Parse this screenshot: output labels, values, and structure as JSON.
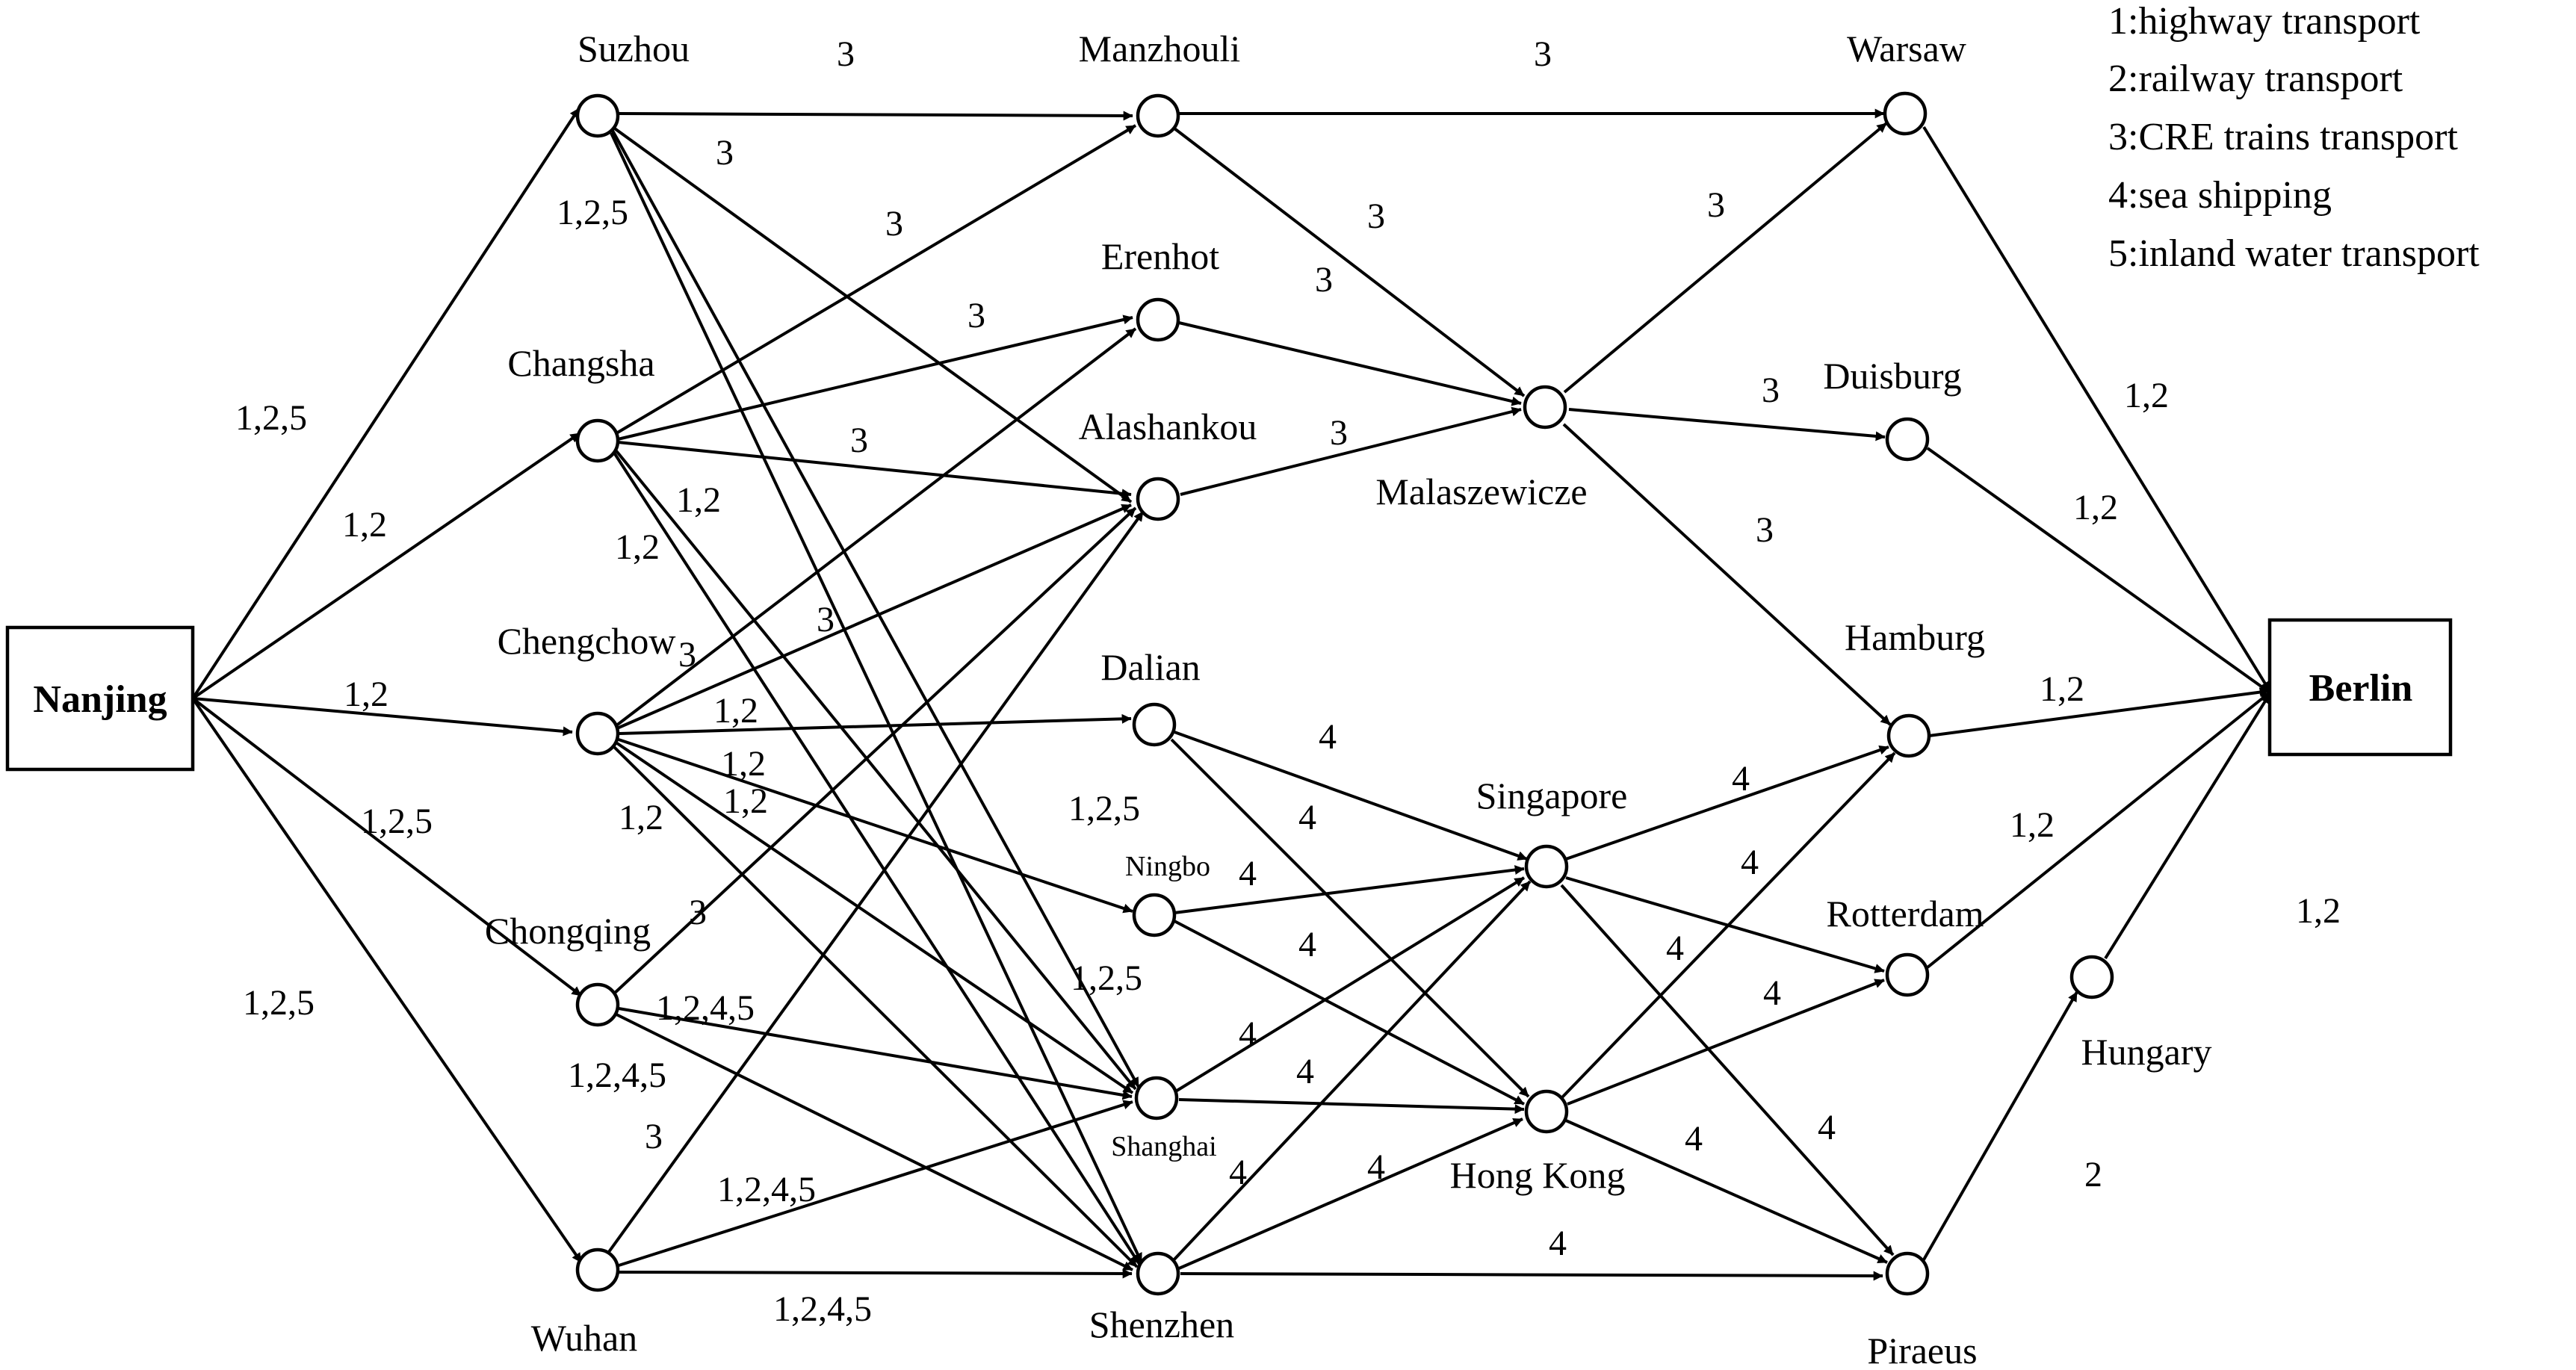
{
  "nodes": {
    "nanjing": "Nanjing",
    "suzhou": "Suzhou",
    "changsha": "Changsha",
    "chengchow": "Chengchow",
    "chongqing": "Chongqing",
    "wuhan": "Wuhan",
    "manzhouli": "Manzhouli",
    "erenhot": "Erenhot",
    "alashankou": "Alashankou",
    "dalian": "Dalian",
    "ningbo": "Ningbo",
    "shanghai": "Shanghai",
    "shenzhen": "Shenzhen",
    "malaszewicze": "Malaszewicze",
    "singapore": "Singapore",
    "hongkong": "Hong Kong",
    "warsaw": "Warsaw",
    "duisburg": "Duisburg",
    "hamburg": "Hamburg",
    "rotterdam": "Rotterdam",
    "piraeus": "Piraeus",
    "hungary": "Hungary",
    "berlin": "Berlin"
  },
  "legend": [
    "1:highway transport",
    "2:railway transport",
    "3:CRE trains transport",
    "4:sea shipping",
    "5:inland water transport"
  ],
  "edge_labels": {
    "l01": "1,2,5",
    "l02": "1,2",
    "l03": "1,2",
    "l04": "1,2,5",
    "l05": "1,2,5",
    "l06": "3",
    "l07": "3",
    "l08": "1,2,5",
    "l09": "3",
    "l10": "3",
    "l11": "3",
    "l12": "1,2",
    "l13": "1,2",
    "l14": "3",
    "l15": "3",
    "l16": "1,2",
    "l17": "1,2",
    "l18": "1,2",
    "l19": "1,2",
    "l20": "3",
    "l21": "1,2,4,5",
    "l22": "1,2,4,5",
    "l23": "3",
    "l24": "1,2,4,5",
    "l25": "1,2,4,5",
    "l26": "3",
    "l27": "3",
    "l28": "3",
    "l29": "3",
    "l30": "3",
    "l31": "3",
    "l32": "3",
    "l33": "4",
    "l34": "4",
    "l35": "1,2,5",
    "l36": "4",
    "l37": "4",
    "l38": "1,2,5",
    "l39": "4",
    "l40": "4",
    "l41": "4",
    "l42": "4",
    "l43": "4",
    "l44": "4",
    "l45": "4",
    "l46": "4",
    "l47": "4",
    "l48": "4",
    "l49": "4",
    "l50": "1,2",
    "l51": "1,2",
    "l52": "1,2",
    "l53": "1,2",
    "l54": "1,2",
    "l55": "2"
  }
}
